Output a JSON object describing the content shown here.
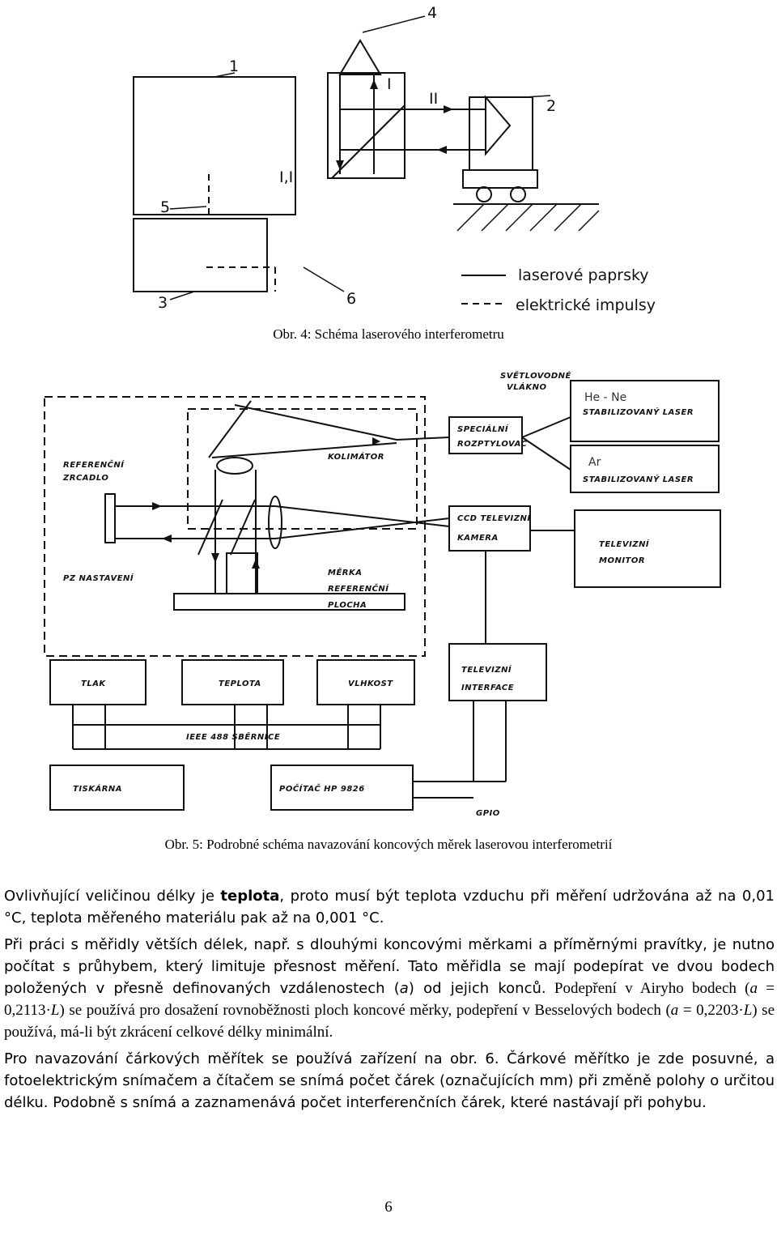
{
  "figure1": {
    "caption": "Obr. 4: Schéma laserového interferometru",
    "labels": {
      "n1": "1",
      "n2": "2",
      "n3": "3",
      "n4": "4",
      "n5": "5",
      "n6": "6",
      "beam_I": "I",
      "beam_II": "II",
      "beam_I_II": "I,II"
    },
    "legend": {
      "laser": "laserové paprsky",
      "electric": "elektrické impulsy"
    }
  },
  "figure2": {
    "caption": "Obr. 5: Podrobné schéma navazování koncových měrek laserovou interferometrií",
    "labels": {
      "svetlovodne": "SVĚTLOVODNÉ",
      "vlakno": "VLÁKNO",
      "heNe": "He - Ne",
      "stab1": "STABILIZOVANÝ LASER",
      "ar": "Ar",
      "stab2": "STABILIZOVANÝ LASER",
      "specie1": "SPECIÁLNÍ",
      "specie2": "ROZPTYLOVAČ",
      "kolimator": "KOLIMÁTOR",
      "ref1": "REFERENČNÍ",
      "ref2": "ZRCADLO",
      "pz": "PZ NASTAVENÍ",
      "ccd1": "CCD TELEVIZNÍ",
      "ccd2": "KAMERA",
      "tv1": "TELEVIZNÍ",
      "tv2": "MONITOR",
      "merka1": "MĚRKA",
      "merka2": "REFERENČNÍ",
      "merka3": "PLOCHA",
      "tlak": "TLAK",
      "teplota": "TEPLOTA",
      "vlhkost": "VLHKOST",
      "tvi1": "TELEVIZNÍ",
      "tvi2": "INTERFACE",
      "bus": "IEEE 488 SBĚRNICE",
      "tiskarna": "TISKÁRNA",
      "pocitac": "POČÍTAČ HP 9826",
      "gpio": "GPIO"
    }
  },
  "text": {
    "p1_a": "Ovlivňující veličinou délky je ",
    "p1_bold": "teplota",
    "p1_b": ", proto musí být teplota vzduchu při měření udržována až na 0,01 °C, teplota měřeného materiálu pak až na 0,001 °C.",
    "p2_a": "Při práci s měřidly větších délek, např. s dlouhými koncovými měrkami a příměrnými pravítky, je nutno počítat s průhybem, který limituje přesnost měření. Tato měřidla se mají podepírat ve dvou bodech položených v přesně definovaných vzdálenostech (",
    "p2_a_var": "a",
    "p2_b": ") od jejich konců.",
    "p2_serif_1": " Podepření v Airyho bodech (",
    "p2_serif_var1": "a",
    "p2_serif_2": " = 0,2113·",
    "p2_serif_var2": "L",
    "p2_serif_3": ") se používá pro dosažení rovnoběžnosti ploch koncové měrky, podepření v Besselových bodech (",
    "p2_serif_var3": "a",
    "p2_serif_4": " = 0,2203·",
    "p2_serif_var4": "L",
    "p2_serif_5": ") se používá, má-li být zkrácení celkové délky minimální.",
    "p3": "Pro navazování čárkových měřítek se používá zařízení na obr. 6. Čárkové měřítko je zde posuvné, a fotoelektrickým snímačem a čítačem se snímá počet čárek (označujících mm) při změně polohy o určitou délku. Podobně s snímá a zaznamenává počet interferenčních čárek, které nastávají při pohybu."
  },
  "page_number": "6"
}
